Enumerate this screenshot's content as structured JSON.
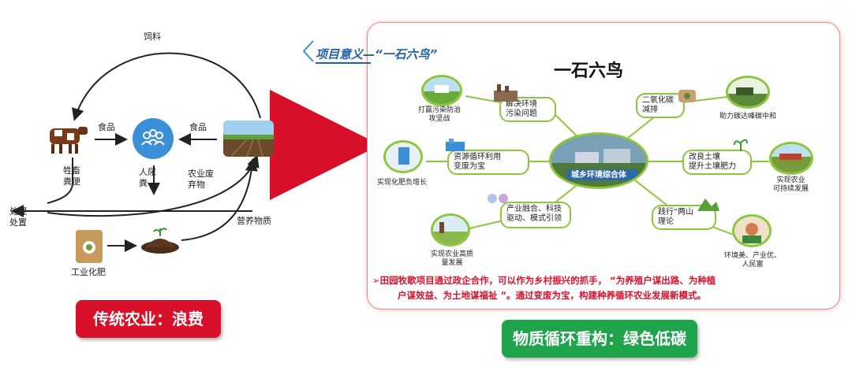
{
  "left": {
    "feed_label": "饲料",
    "food_label_left": "食品",
    "food_label_right": "食品",
    "livestock_manure": "牲畜\n粪便",
    "human_waste": "人尿\n粪",
    "agri_waste": "农业废\n弃物",
    "disposal": "处理\n处置",
    "nutrients": "营养物质",
    "fertilizer": "工业化肥",
    "caption": "传统农业：浪费"
  },
  "right": {
    "header": "项目意义—“一石六鸟”",
    "title": "一石六鸟",
    "center_label": "城乡环境综合体",
    "pills": {
      "solve_env": "解决环境\n污染问题",
      "resource_cycle": "资源循环利用\n变废为宝",
      "industry": "产业融合、科技\n驱动、模式引领",
      "co2": "二氧化碳\n减排",
      "soil": "改良土壤\n提升土壤肥力",
      "two_mountains": "践行“两山\n理论"
    },
    "outcomes": {
      "fight_pollution": "打赢污染防治\n攻坚战",
      "fertilizer_reduction": "实现化肥负增长",
      "high_quality": "实现农业高质\n量发展",
      "carbon_neutral": "助力碳达峰碳中和",
      "sustainable": "实现农业\n可持续发展",
      "prosper": "环境美、产业优、\n人民富"
    },
    "statement_line1": "➢田园牧歌项目通过政企合作，可以作为乡村振兴的抓手，  “为养殖户谋出路、为种植",
    "statement_line2": "户谋效益、为土地谋福祉 ”。通过变废为宝，构建种养循环农业发展新模式。",
    "caption": "物质循环重构：绿色低碳"
  },
  "colors": {
    "red": "#d8102a",
    "green": "#1fa44c",
    "ring": "#8cc63f",
    "arrow_blue": "#3a8fd6"
  }
}
